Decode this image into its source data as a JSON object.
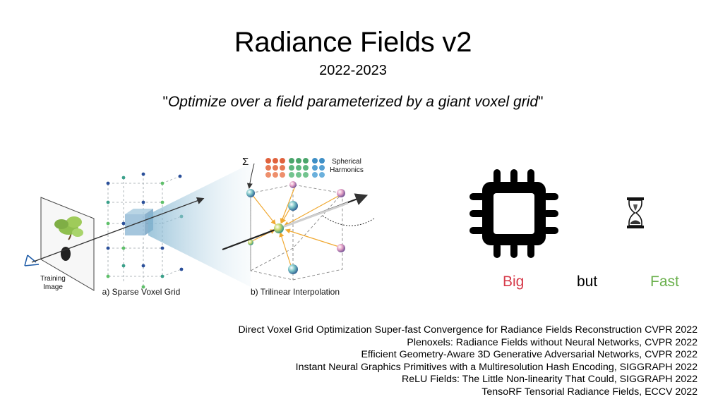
{
  "slide": {
    "title": "Radiance Fields v2",
    "subtitle": "2022-2023",
    "quote_open": "\"",
    "quote_text": "Optimize over a field parameterized by a giant voxel grid",
    "quote_close": "\""
  },
  "diagram": {
    "training_label_1": "Training",
    "training_label_2": "Image",
    "caption_a": "a) Sparse Voxel Grid",
    "caption_b": "b) Trilinear Interpolation",
    "sigma": "Σ",
    "sh_label_1": "Spherical",
    "sh_label_2": "Harmonics"
  },
  "concepts": {
    "big_label": "Big",
    "but_label": "but",
    "fast_label": "Fast",
    "big_color": "#d63a4a",
    "fast_color": "#6ab04c",
    "icons": [
      "chip-icon",
      "hourglass-icon"
    ]
  },
  "references": [
    "Direct Voxel Grid Optimization Super-fast Convergence for Radiance Fields Reconstruction CVPR 2022",
    "Plenoxels: Radiance Fields without Neural Networks, CVPR 2022",
    "Efficient Geometry-Aware 3D Generative Adversarial Networks, CVPR 2022",
    "Instant Neural Graphics Primitives with a Multiresolution Hash Encoding, SIGGRAPH 2022",
    "ReLU Fields: The Little Non-linearity That Could, SIGGRAPH 2022",
    "TensoRF Tensorial Radiance Fields, ECCV 2022"
  ]
}
